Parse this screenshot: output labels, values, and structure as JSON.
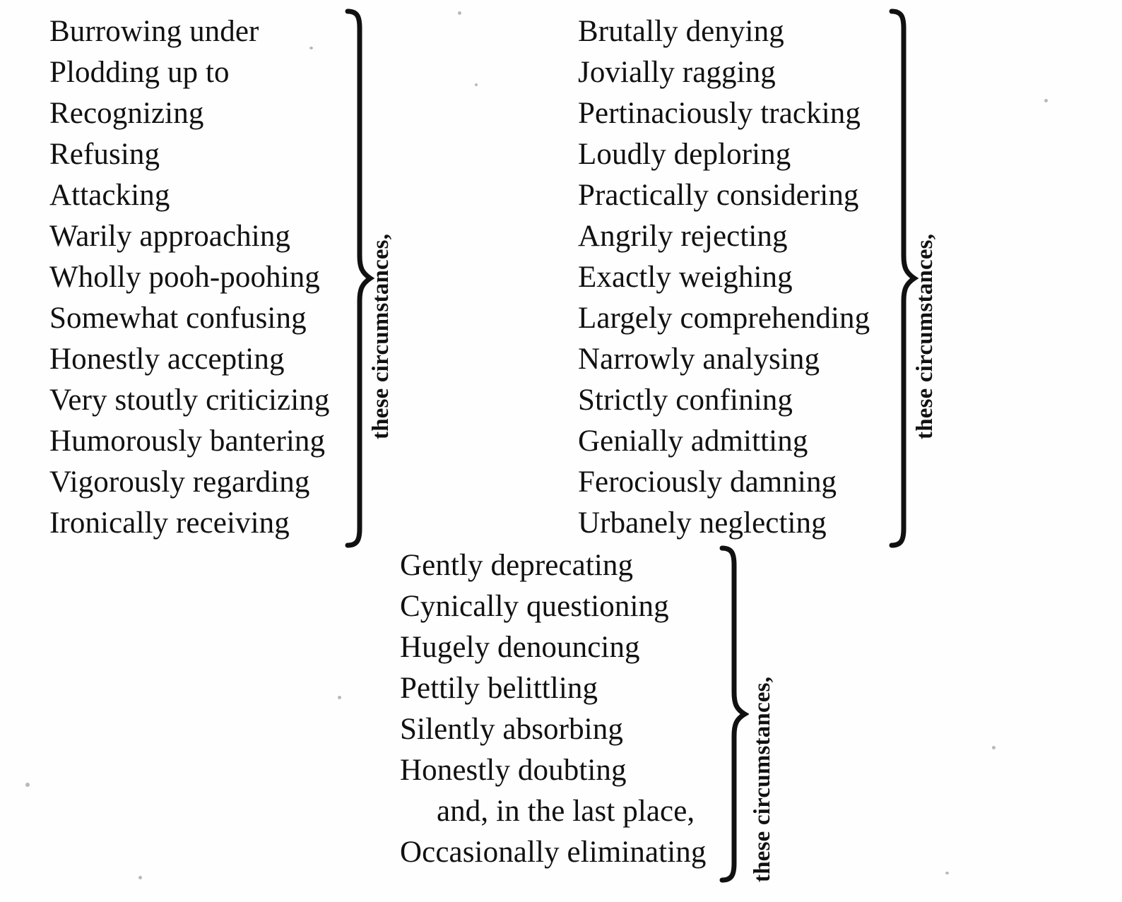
{
  "document": {
    "title": "Lists of participial phrases grouped by braces",
    "groups": [
      {
        "id": "group-1",
        "items": [
          "Burrowing under",
          "Plodding up to",
          "Recognizing",
          "Refusing",
          "Attacking",
          "Warily approaching",
          "Wholly pooh-poohing",
          "Somewhat confusing",
          "Honestly accepting",
          "Very stoutly criticizing",
          "Humorously bantering",
          "Vigorously regarding",
          "Ironically receiving"
        ],
        "brace_label": "these circumstances,"
      },
      {
        "id": "group-2",
        "items": [
          "Brutally denying",
          "Jovially ragging",
          "Pertinaciously tracking",
          "Loudly deploring",
          "Practically considering",
          "Angrily rejecting",
          "Exactly weighing",
          "Largely comprehending",
          "Narrowly analysing",
          "Strictly confining",
          "Genially admitting",
          "Ferociously damning",
          "Urbanely neglecting"
        ],
        "brace_label": "these circumstances,"
      },
      {
        "id": "group-3",
        "items": [
          "Gently deprecating",
          "Cynically questioning",
          "Hugely denouncing",
          "Pettily belittling",
          "Silently absorbing",
          "Honestly doubting",
          "and, in the last place,",
          "Occasionally eliminating"
        ],
        "indented_items": [
          6
        ],
        "brace_label": "these circumstances,"
      }
    ],
    "colors": {
      "ink": "#111111",
      "paper": "#fefefe"
    }
  }
}
